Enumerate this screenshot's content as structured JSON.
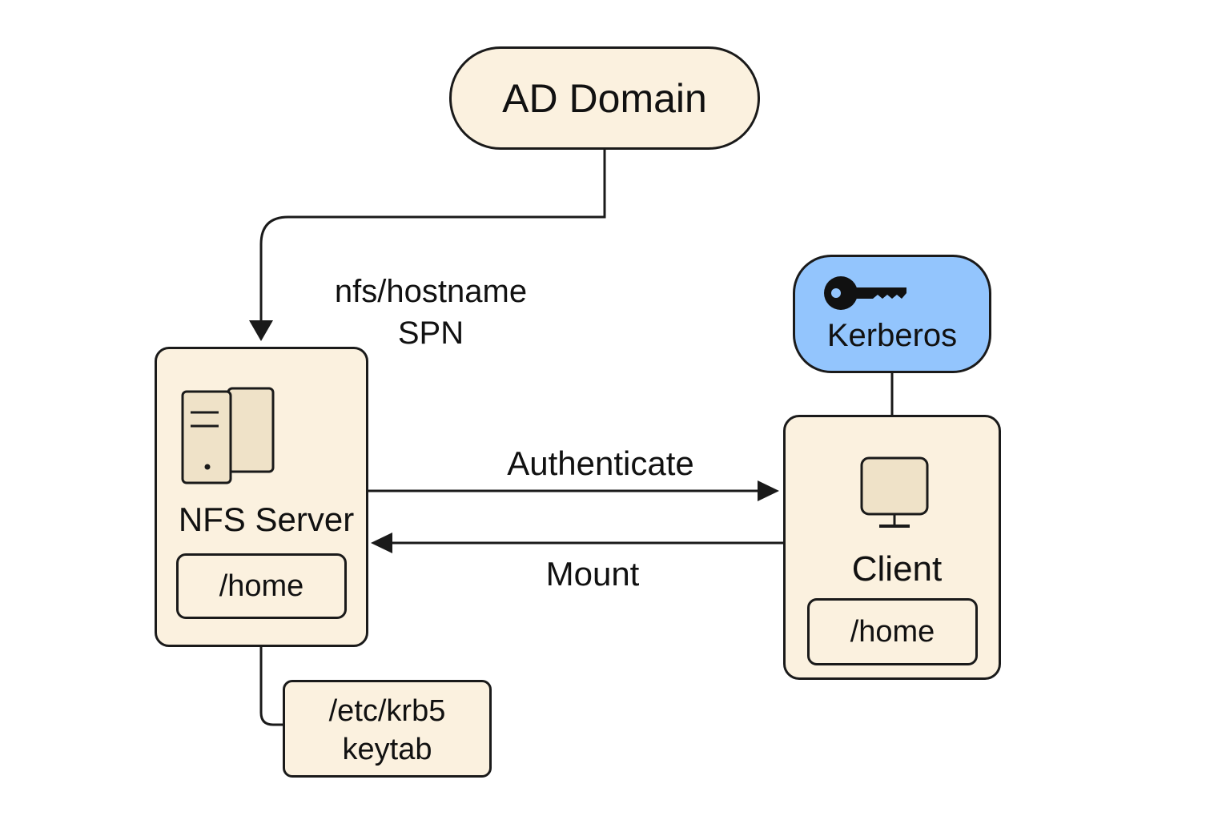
{
  "colors": {
    "node_fill": "#fbf1df",
    "icon_fill": "#efe2c8",
    "kerberos_fill": "#93c5fd",
    "stroke": "#1a1a1a"
  },
  "ad_domain": {
    "label": "AD Domain"
  },
  "spn_label": {
    "line1": "nfs/hostname",
    "line2": "SPN"
  },
  "nfs_server": {
    "label": "NFS Server",
    "icon": "server-icon",
    "share": "/home"
  },
  "keytab": {
    "line1": "/etc/krb5",
    "line2": "keytab"
  },
  "kerberos": {
    "label": "Kerberos",
    "icon": "key-icon"
  },
  "client": {
    "label": "Client",
    "icon": "monitor-icon",
    "mount": "/home"
  },
  "edges": {
    "authenticate": "Authenticate",
    "mount": "Mount"
  }
}
